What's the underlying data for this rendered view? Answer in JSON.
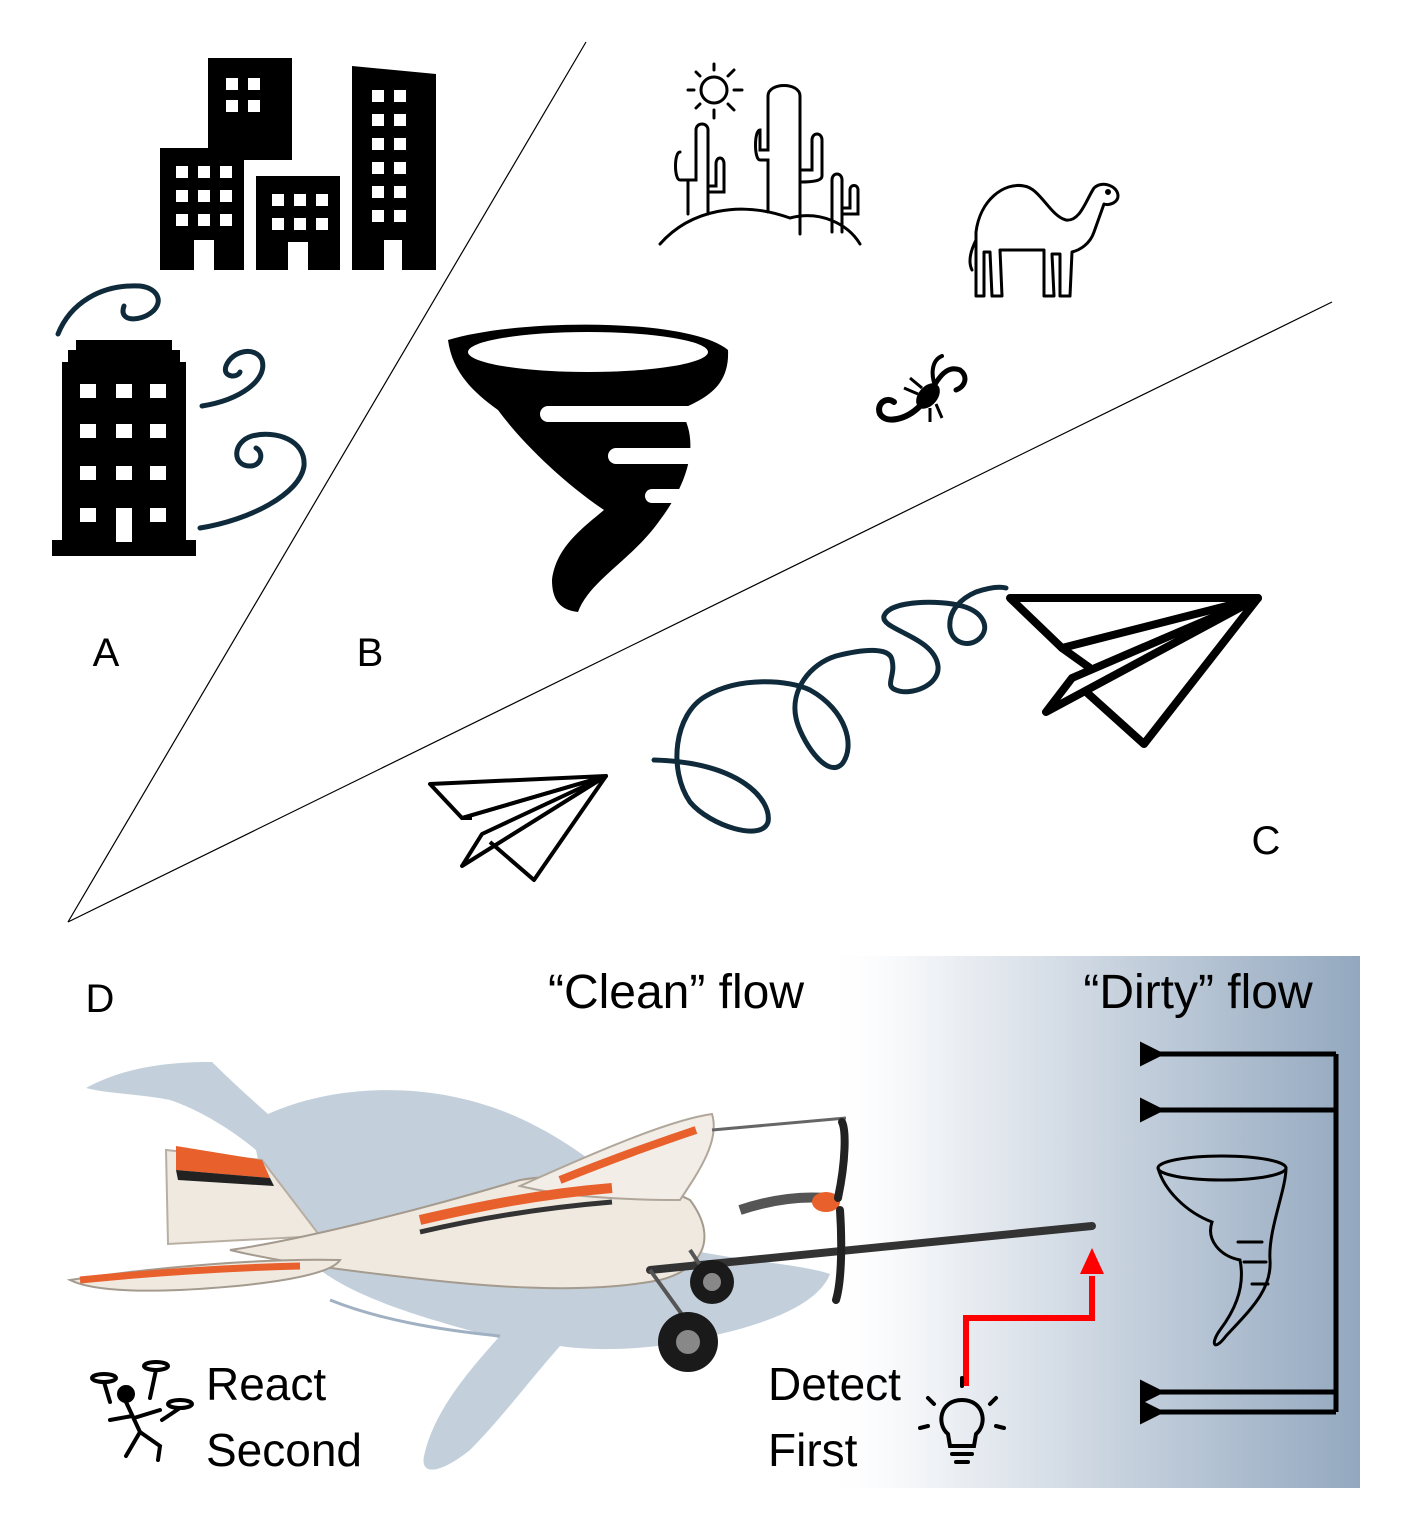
{
  "panels": {
    "a": {
      "label": "A"
    },
    "b": {
      "label": "B"
    },
    "c": {
      "label": "C"
    },
    "d": {
      "label": "D",
      "clean_flow": "“Clean” flow",
      "dirty_flow": "“Dirty” flow",
      "react_line1": "React",
      "react_line2": "Second",
      "detect_line1": "Detect",
      "detect_line2": "First"
    }
  },
  "colors": {
    "wind": "#0f2a3a",
    "ink": "#000000",
    "dirty_gradient_start": "#ffffff",
    "dirty_gradient_end": "#93a8bf",
    "signal_arrow": "#ff0000",
    "plane_orange": "#e8602c",
    "whale": "#b9c8d6"
  },
  "icons": [
    "city-buildings-icon",
    "windy-building-icon",
    "tornado-icon",
    "desert-cactus-icon",
    "camel-icon",
    "scorpion-icon",
    "small-paper-plane-icon",
    "large-paper-plane-icon",
    "tumbling-drone-icon",
    "lightbulb-icon",
    "small-tornado-icon"
  ]
}
